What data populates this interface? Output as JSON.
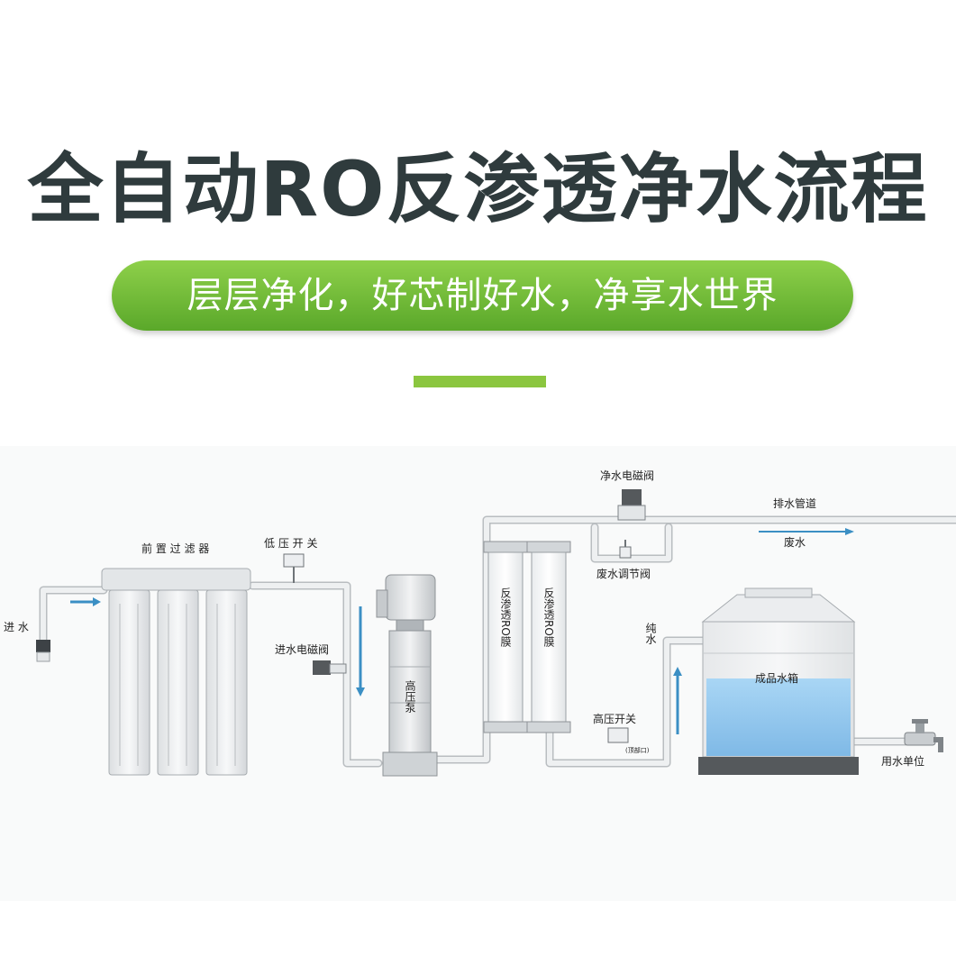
{
  "title": "全自动RO反渗透净水流程",
  "subtitle": "层层净化，好芯制好水，净享水世界",
  "colors": {
    "title": "#2f3b3d",
    "pill_top": "#8ed04a",
    "pill_bottom": "#5aa82a",
    "accent_bar": "#8bc63f",
    "flow_arrow": "#3b8fc4",
    "tank_water": "#8fc7ee",
    "pipe": "#d6d9db"
  },
  "diagram": {
    "inlet": "进 水",
    "pre_filter": "前 置 过 滤 器",
    "low_pressure_switch": "低 压 开 关",
    "inlet_solenoid": "进水电磁阀",
    "high_pressure_pump": "高压泵",
    "ro_membrane_1": "反渗透RO膜",
    "ro_membrane_2": "反渗透RO膜",
    "pure_solenoid": "净水电磁阀",
    "drain_pipe": "排水管道",
    "waste_water": "废水",
    "waste_valve": "废水调节阀",
    "pure_water": "纯水",
    "high_pressure_switch": "高压开关",
    "small_tag": "(顶部口)",
    "product_tank": "成品水箱",
    "water_user": "用水单位"
  }
}
